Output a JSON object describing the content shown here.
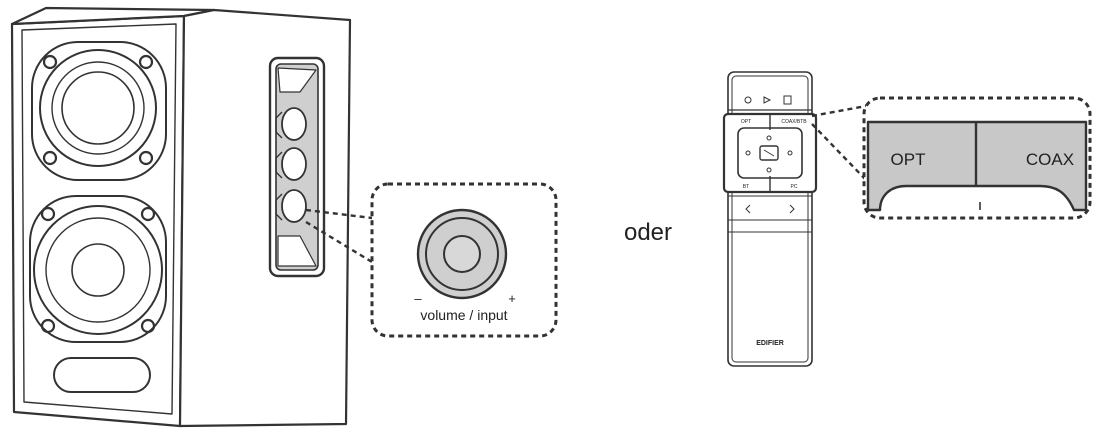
{
  "speaker_callout": {
    "knob_label": "volume / input",
    "minus_sign": "–",
    "plus_sign": "+"
  },
  "separator": {
    "word": "oder"
  },
  "remote": {
    "top_labels": [
      "OPT",
      "COAX/BTB"
    ],
    "nav_labels": [
      "BT",
      "PC"
    ],
    "brand": "EDIFIER"
  },
  "remote_callout": {
    "buttons": [
      "OPT",
      "COAX"
    ]
  },
  "colors": {
    "line": "#333333",
    "callout_fill": "#c8c8c8",
    "panel_fill": "#d0d0d0"
  }
}
